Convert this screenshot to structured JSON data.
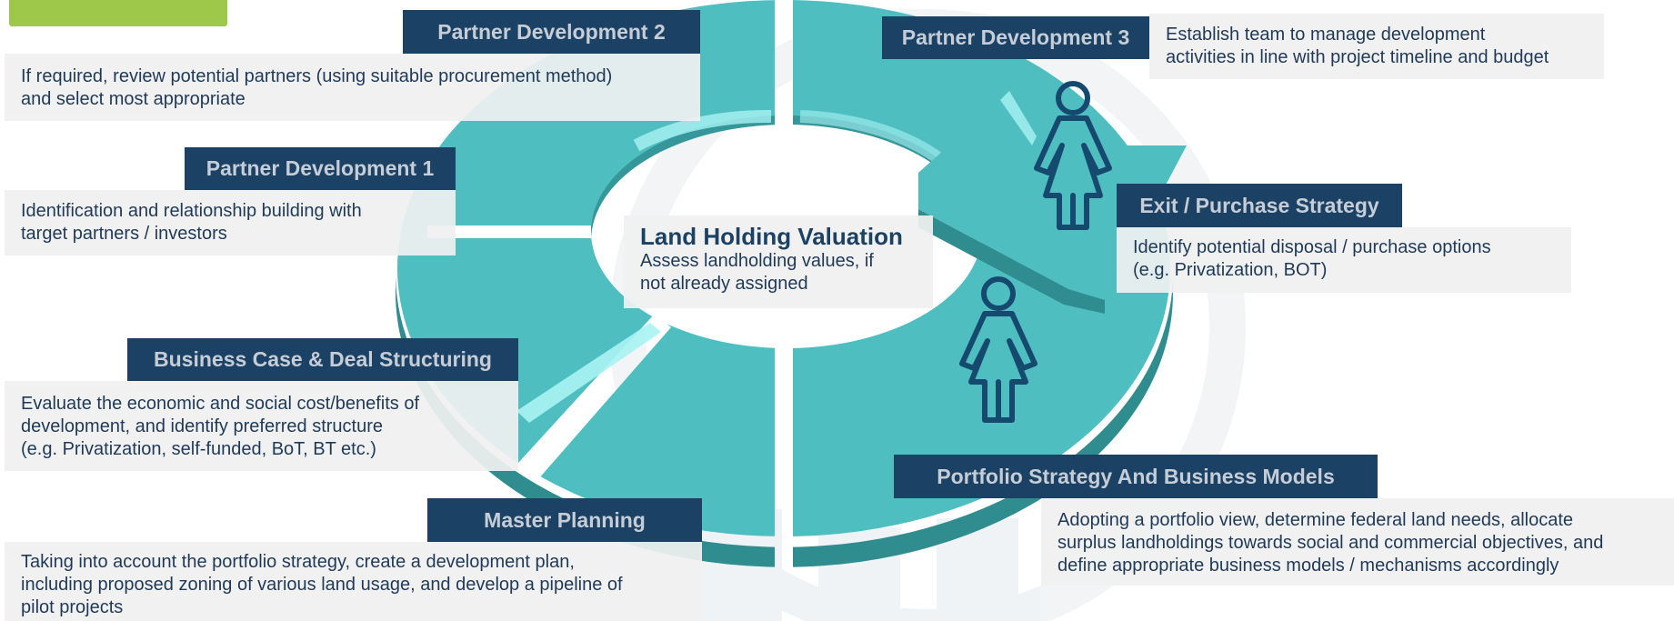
{
  "center": {
    "title": "Land Holding Valuation",
    "lines": [
      "Assess landholding values, if",
      "not already assigned"
    ]
  },
  "stages": [
    {
      "key": "pd2",
      "title": "Partner Development 2",
      "lines": [
        "If required, review potential partners (using suitable procurement method)",
        "and select most appropriate"
      ]
    },
    {
      "key": "pd1",
      "title": "Partner Development 1",
      "lines": [
        "Identification and relationship building with",
        "target partners / investors"
      ]
    },
    {
      "key": "business-case",
      "title": "Business Case & Deal Structuring",
      "lines": [
        "Evaluate the economic and social cost/benefits of",
        "development, and identify preferred structure",
        "(e.g. Privatization, self-funded, BoT, BT etc.)"
      ]
    },
    {
      "key": "master-planning",
      "title": "Master Planning",
      "lines": [
        "Taking into account the portfolio strategy, create a development plan,",
        "including proposed zoning of various land usage, and develop a pipeline of",
        "pilot projects"
      ]
    },
    {
      "key": "pd3",
      "title": "Partner Development 3",
      "lines": [
        "Establish team to manage development",
        "activities in line with project timeline and budget"
      ]
    },
    {
      "key": "exit-strategy",
      "title": "Exit / Purchase Strategy",
      "lines": [
        "Identify potential disposal / purchase options",
        "(e.g. Privatization, BOT)"
      ]
    },
    {
      "key": "portfolio",
      "title": "Portfolio Strategy And Business Models",
      "lines": [
        "Adopting a portfolio view, determine federal land needs, allocate",
        "surplus landholdings towards social and commercial objectives, and",
        "define appropriate business models / mechanisms accordingly"
      ]
    }
  ],
  "colors": {
    "ring_top": "#4fbec0",
    "ring_side": "#2f8d90",
    "ring_highlight": "#a8f3f3",
    "header_bg": "#1b4264",
    "header_text": "#c6cdd6",
    "desc_bg": "#f0f0f0",
    "desc_text": "#1f3a58",
    "figure_stroke": "#16496e",
    "accent_green": "#9ec84a"
  },
  "icons": [
    "person-icon",
    "person-icon"
  ]
}
